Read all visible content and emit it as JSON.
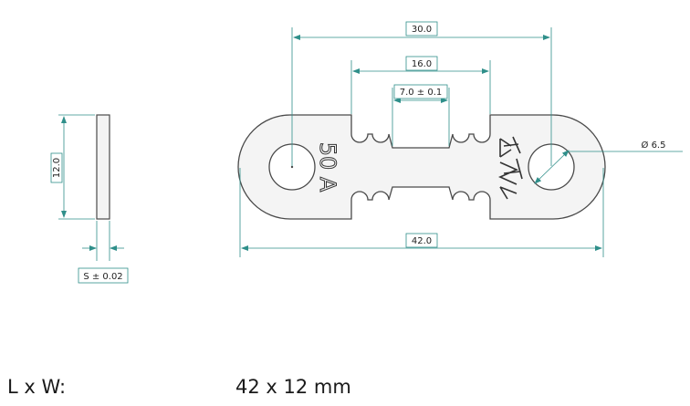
{
  "colors": {
    "outline": "#4a4a4a",
    "part_fill": "#f4f4f4",
    "dimension": "#2f8f8a",
    "text": "#222222"
  },
  "drawing": {
    "side_view": {
      "height_dim": "12.0",
      "thickness_dim": "S ± 0.02"
    },
    "top_view": {
      "overall_width_dim": "30.0",
      "middle_dim": "16.0",
      "neck_dim": "7.0 ± 0.1",
      "length_dim": "42.0",
      "hole_dim": "Ø 6.5",
      "engraving_rating": "50 A",
      "engraving_logo": "logo-engraving"
    }
  },
  "specs": [
    {
      "label": "L x W:",
      "value": "42 x 12 mm"
    }
  ]
}
